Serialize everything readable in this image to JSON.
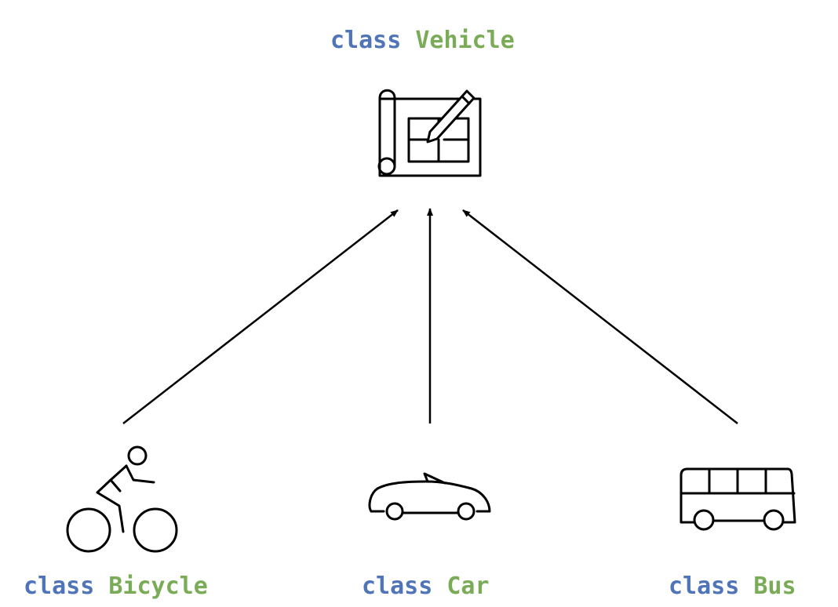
{
  "nodes": {
    "vehicle": {
      "keyword": "class",
      "name": "Vehicle",
      "icon": "blueprint-icon"
    },
    "bicycle": {
      "keyword": "class",
      "name": "Bicycle",
      "icon": "cyclist-icon"
    },
    "car": {
      "keyword": "class",
      "name": "Car",
      "icon": "convertible-car-icon"
    },
    "bus": {
      "keyword": "class",
      "name": "Bus",
      "icon": "bus-icon"
    }
  },
  "edges": [
    {
      "from": "bicycle",
      "to": "vehicle"
    },
    {
      "from": "car",
      "to": "vehicle"
    },
    {
      "from": "bus",
      "to": "vehicle"
    }
  ],
  "colors": {
    "keyword": "#4F74B8",
    "class_name": "#7AAC57",
    "lines": "#000000"
  }
}
